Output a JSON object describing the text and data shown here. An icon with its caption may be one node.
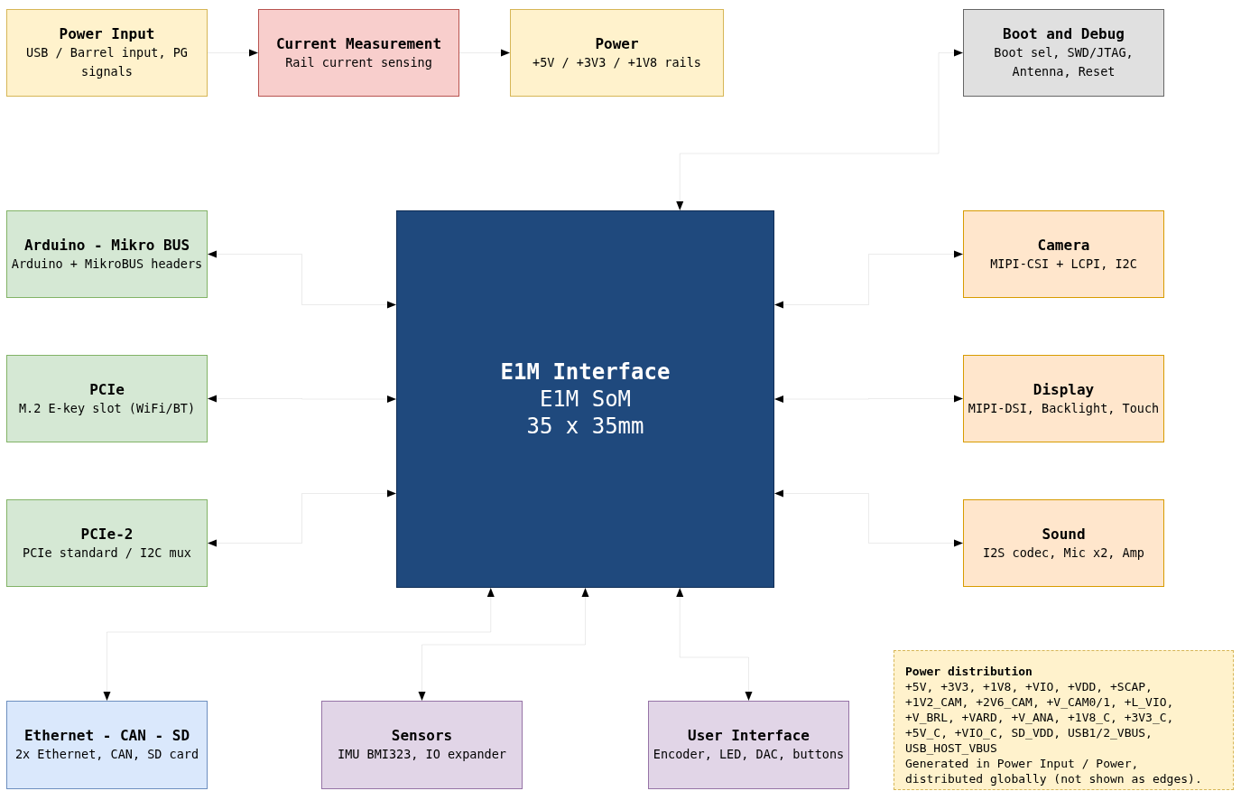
{
  "diagram": {
    "nodes": [
      {
        "text": [
          "Power Input",
          "USB / Barrel input, PG signals"
        ]
      },
      {
        "text": [
          "Current Measurement",
          "Rail current sensing"
        ]
      },
      {
        "text": [
          "Power",
          "+5V / +3V3 / +1V8 rails"
        ]
      },
      {
        "text": [
          "Boot and Debug",
          "Boot sel, SWD/JTAG, Antenna, Reset"
        ]
      },
      {
        "text": [
          "Arduino - Mikro BUS",
          "Arduino + MikroBUS headers"
        ]
      },
      {
        "text": [
          "E1M Interface",
          "E1M SoM",
          "35 x 35mm"
        ]
      },
      {
        "text": [
          "Camera",
          "MIPI-CSI + LCPI, I2C"
        ]
      },
      {
        "text": [
          "PCIe",
          "M.2 E-key slot (WiFi/BT)"
        ]
      },
      {
        "text": [
          "Display",
          "MIPI-DSI, Backlight, Touch"
        ]
      },
      {
        "text": [
          "PCIe-2",
          "PCIe standard / I2C mux"
        ]
      },
      {
        "text": [
          "Sound",
          "I2S codec, Mic x2, Amp"
        ]
      },
      {
        "text": [
          "Ethernet - CAN - SD",
          "2x Ethernet, CAN, SD card"
        ]
      },
      {
        "text": [
          "Sensors",
          "IMU BMI323, IO expander"
        ]
      },
      {
        "text": [
          "User Interface",
          "Encoder, LED, DAC, buttons"
        ]
      },
      {
        "text": [
          "Power distribution",
          "+5V, +3V3, +1V8, +VIO, +VDD, +SCAP, +1V2_CAM, +2V6_CAM, +V_CAM0/1, +L_VIO, +V_BRL, +VARD, +V_ANA, +1V8_C, +3V3_C, +5V_C, +VIO_C, SD_VDD, USB1/2_VBUS, USB_HOST_VBUS",
          "Generated in Power Input / Power, distributed globally (not shown as edges)."
        ]
      }
    ],
    "edges": [
      {
        "from": 0,
        "to": 1,
        "arrow": "to"
      },
      {
        "from": 1,
        "to": 2,
        "arrow": "to"
      },
      {
        "from": 5,
        "to": 3,
        "arrow": "both"
      },
      {
        "from": 5,
        "to": 4,
        "arrow": "both"
      },
      {
        "from": 5,
        "to": 7,
        "arrow": "both"
      },
      {
        "from": 5,
        "to": 9,
        "arrow": "both"
      },
      {
        "from": 5,
        "to": 6,
        "arrow": "both"
      },
      {
        "from": 5,
        "to": 8,
        "arrow": "both"
      },
      {
        "from": 5,
        "to": 10,
        "arrow": "both"
      },
      {
        "from": 5,
        "to": 11,
        "arrow": "both"
      },
      {
        "from": 5,
        "to": 12,
        "arrow": "both"
      },
      {
        "from": 5,
        "to": 13,
        "arrow": "both"
      }
    ]
  }
}
